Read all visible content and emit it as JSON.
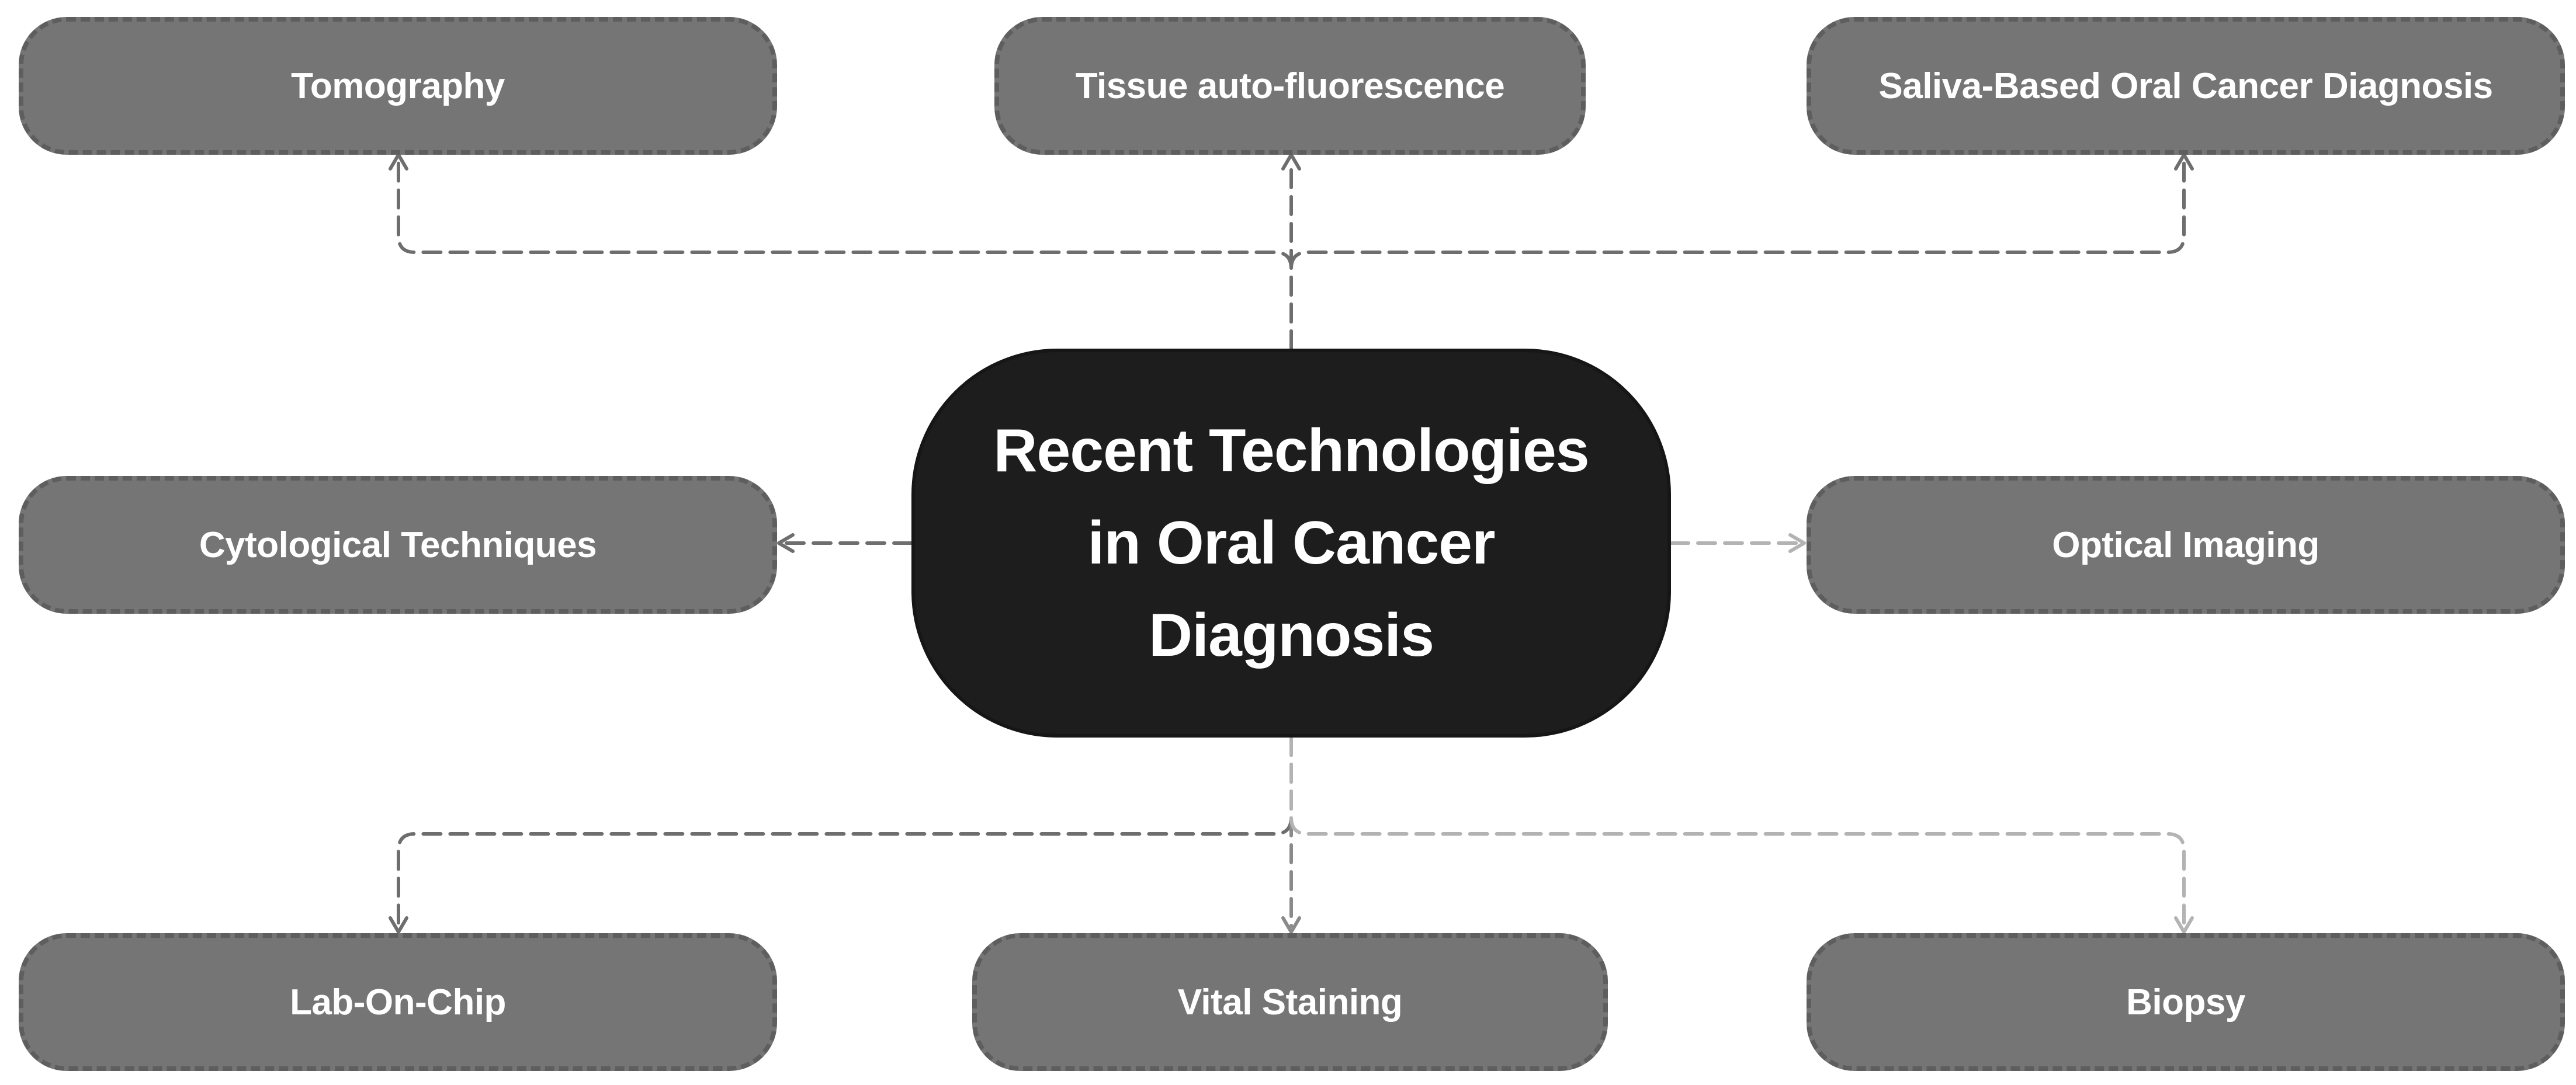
{
  "diagram": {
    "center": {
      "title": "Recent Technologies in Oral Cancer Diagnosis"
    },
    "nodes": {
      "tomography": "Tomography",
      "tissue_autofluorescence": "Tissue auto-fluorescence",
      "saliva_diagnosis": "Saliva-Based Oral Cancer Diagnosis",
      "cytological_techniques": "Cytological Techniques",
      "optical_imaging": "Optical Imaging",
      "lab_on_chip": "Lab-On-Chip",
      "vital_staining": "Vital Staining",
      "biopsy": "Biopsy"
    },
    "colors": {
      "background": "#ffffff",
      "center_fill": "#1d1d1d",
      "node_fill": "#757575",
      "node_border": "#5e5e5e",
      "connector_dark": "#6e6e6e",
      "connector_mid": "#8a8a8a",
      "connector_light": "#b3b3b3",
      "text": "#ffffff"
    }
  }
}
